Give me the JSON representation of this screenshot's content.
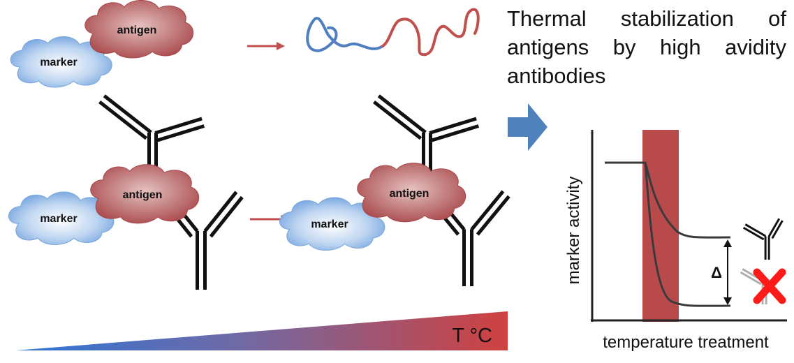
{
  "title": "Thermal stabilization of antigens by high avidity antibodies",
  "labels": {
    "antigen": "antigen",
    "marker": "marker"
  },
  "gradient_label": "T °C",
  "graph": {
    "ylabel": "marker activity",
    "xlabel": "temperature treatment",
    "delta": "Δ"
  },
  "colors": {
    "antigen_red": "#b5575a",
    "marker_blue": "#6d9fdd",
    "arrow_red": "#c0504d",
    "arrow_blue": "#4f81bd",
    "heat_band": "#b94a4c",
    "gradient_start": "#2e75d6",
    "gradient_end": "#d0413f",
    "cross_red": "#ff1a1a"
  },
  "icons": [
    "antibody-icon",
    "denatured-protein-icon",
    "block-arrow-right-icon",
    "red-cross-icon"
  ]
}
